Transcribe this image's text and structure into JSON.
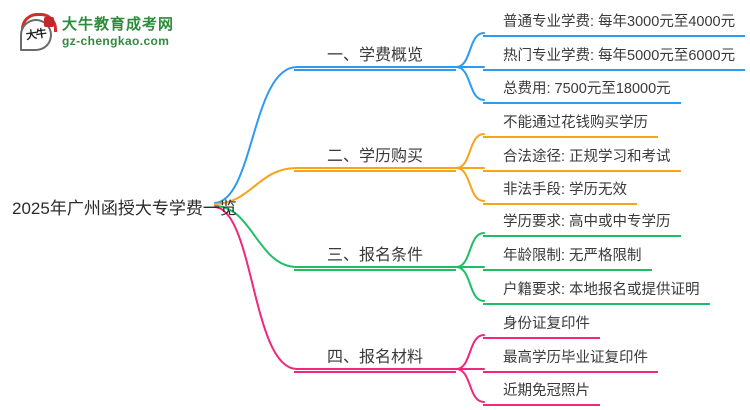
{
  "logo": {
    "title": "大牛教育成考网",
    "url": "gz-chengkao.com",
    "icon_text": "大牛",
    "brand_color": "#2e8b3d",
    "seal_color": "#c3272b"
  },
  "central": {
    "title": "2025年广州函授大专学费一览"
  },
  "branches": [
    {
      "label": "一、学费概览",
      "color": "#2d9bf0",
      "children": [
        "普通专业学费: 每年3000元至4000元",
        "热门专业学费: 每年5000元至6000元",
        "总费用: 7500元至18000元"
      ]
    },
    {
      "label": "二、学历购买",
      "color": "#f7a41d",
      "children": [
        "不能通过花钱购买学历",
        "合法途径: 正规学习和考试",
        "非法手段: 学历无效"
      ]
    },
    {
      "label": "三、报名条件",
      "color": "#1fbe66",
      "children": [
        "学历要求: 高中或中专学历",
        "年龄限制: 无严格限制",
        "户籍要求: 本地报名或提供证明"
      ]
    },
    {
      "label": "四、报名材料",
      "color": "#f1267c",
      "children": [
        "身份证复印件",
        "最高学历毕业证复印件",
        "近期免冠照片"
      ]
    }
  ]
}
